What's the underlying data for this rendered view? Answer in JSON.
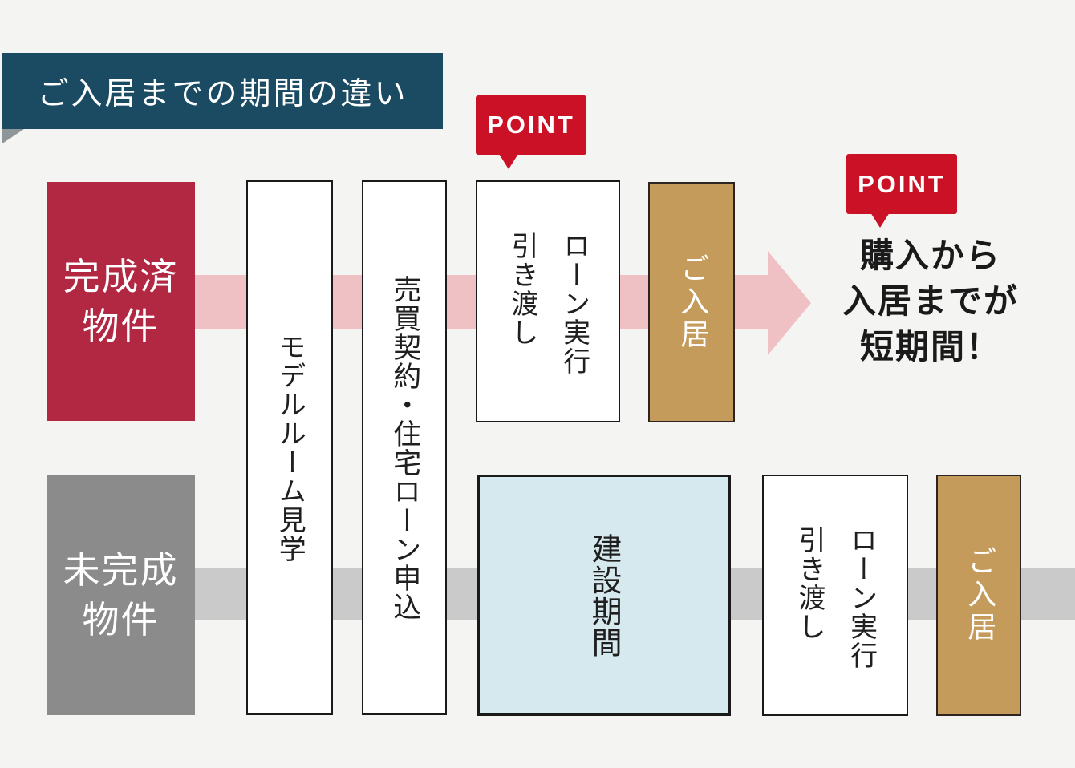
{
  "header": {
    "title": "ご入居までの期間の違い"
  },
  "rows": {
    "completed": {
      "label": "完成済\n物件"
    },
    "uncompleted": {
      "label": "未完成\n物件"
    }
  },
  "steps": {
    "model_room": {
      "label": "モデルルーム見学"
    },
    "contract": {
      "label": "売買契約・住宅ローン申込"
    },
    "loan_handover": {
      "label": "ローン実行\n引き渡し"
    },
    "construction": {
      "label": "建設期間"
    },
    "move_in": {
      "label": "ご入居"
    }
  },
  "badges": {
    "top": {
      "label": "POINT"
    },
    "right": {
      "label": "POINT"
    }
  },
  "callout": {
    "text": "購入から\n入居までが\n短期間！"
  },
  "colors": {
    "background": "#f4f4f2",
    "banner": "#1b4a63",
    "banner_fold": "#8f9699",
    "completed_box": "#b22742",
    "uncompleted_box": "#8b8b8b",
    "pink_arrow": "#f0c1c4",
    "gray_arrow": "#cacaca",
    "move_in_box": "#c59b5b",
    "construction_box": "#d6e9ef",
    "point_badge": "#cb1126",
    "box_border": "#1a1a1a"
  }
}
